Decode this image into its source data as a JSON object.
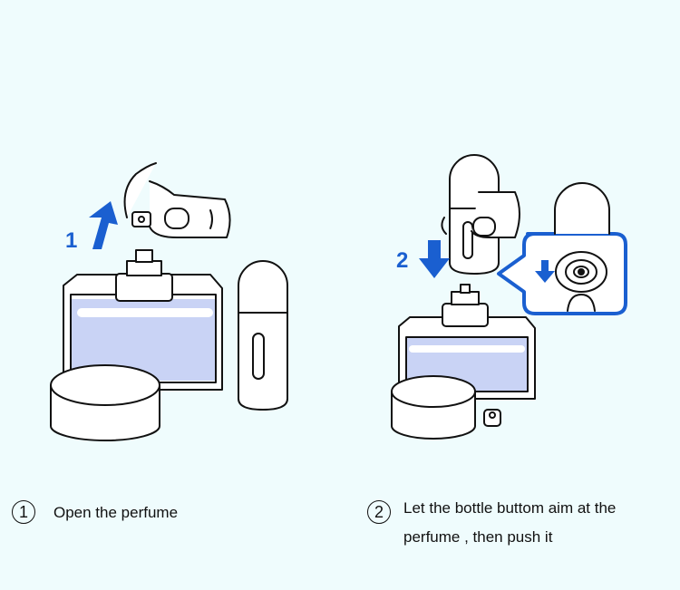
{
  "colors": {
    "background": "#effcfd",
    "accent": "#1a5fd0",
    "liquid": "#c9d3f5",
    "outline": "#111111"
  },
  "illustration": {
    "step1_label": "1",
    "step2_label": "2"
  },
  "steps": [
    {
      "number": "1",
      "text": "Open the perfume"
    },
    {
      "number": "2",
      "text": "Let the bottle buttom aim at the perfume , then push it"
    }
  ]
}
